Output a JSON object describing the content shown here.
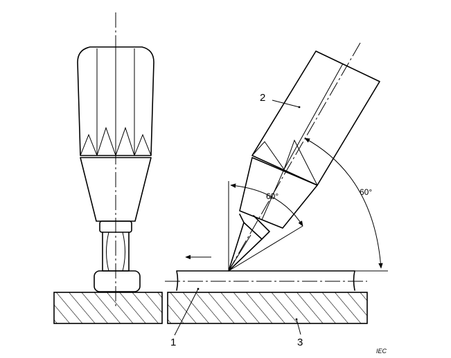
{
  "labels": {
    "specimen": "1",
    "tool": "2",
    "support": "3"
  },
  "angles": {
    "tip_angle": "60°",
    "inclination": "60°"
  },
  "footer": {
    "mark": "IEC"
  }
}
